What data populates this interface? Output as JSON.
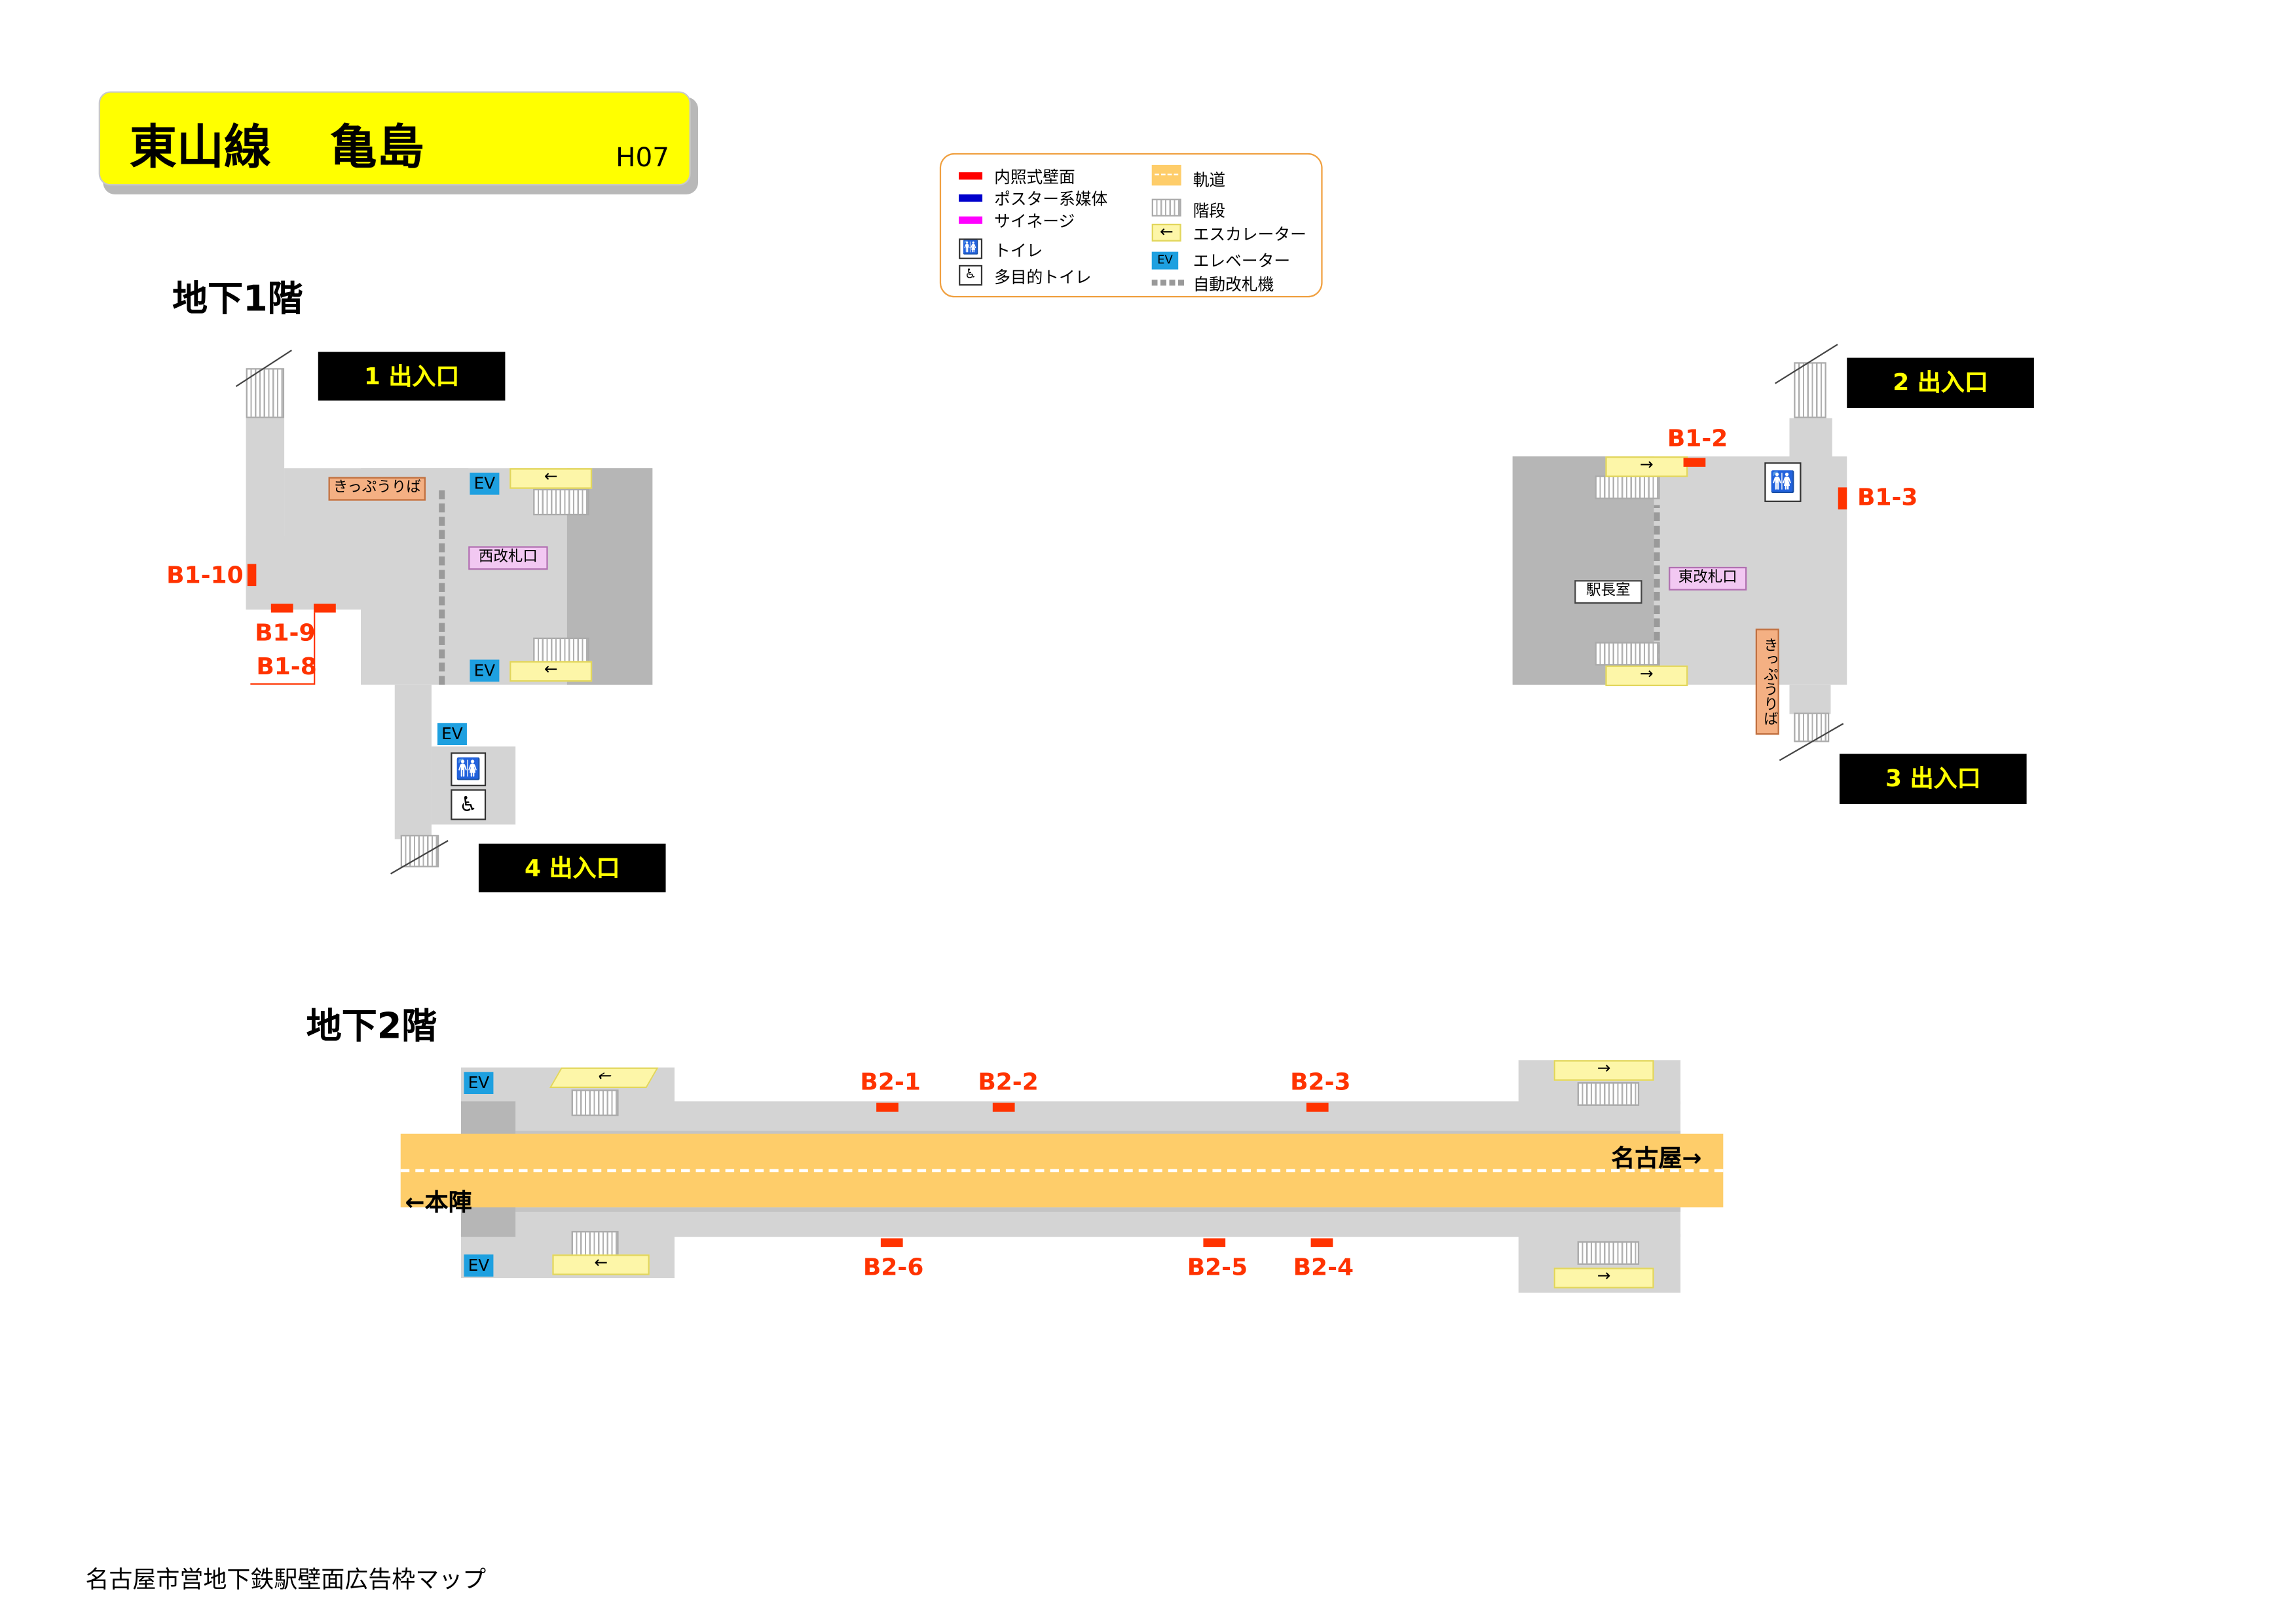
{
  "title": {
    "line": "東山線",
    "station": "亀島",
    "code": "H07"
  },
  "legend": {
    "left": [
      {
        "label": "内照式壁面",
        "color": "#ff0000"
      },
      {
        "label": "ポスター系媒体",
        "color": "#0000cc"
      },
      {
        "label": "サイネージ",
        "color": "#ff00ff"
      },
      {
        "label": "トイレ",
        "icon": "toilet-icon"
      },
      {
        "label": "多目的トイレ",
        "icon": "accessible-toilet-icon"
      }
    ],
    "right": [
      {
        "label": "軌道",
        "icon": "track-icon"
      },
      {
        "label": "階段",
        "icon": "stairs-icon"
      },
      {
        "label": "エスカレーター",
        "icon": "escalator-icon"
      },
      {
        "label": "エレベーター",
        "icon": "elevator-icon",
        "badge": "EV"
      },
      {
        "label": "自動改札機",
        "icon": "gate-icon"
      }
    ]
  },
  "floors": {
    "b1": "地下1階",
    "b2": "地下2階"
  },
  "exits": {
    "e1": "1 出入口",
    "e2": "2 出入口",
    "e3": "3 出入口",
    "e4": "4 出入口"
  },
  "facilities": {
    "ev": "EV",
    "ticket_west": "きっぷうりば",
    "ticket_east": "きっぷうりば",
    "gate_west": "西改札口",
    "gate_east": "東改札口",
    "station_master": "駅長室"
  },
  "ad_labels": {
    "b1_2": "B1-2",
    "b1_3": "B1-3",
    "b1_8": "B1-8",
    "b1_9": "B1-9",
    "b1_10": "B1-10",
    "b2_1": "B2-1",
    "b2_2": "B2-2",
    "b2_3": "B2-3",
    "b2_4": "B2-4",
    "b2_5": "B2-5",
    "b2_6": "B2-6"
  },
  "directions": {
    "nagoya": "名古屋→",
    "honjin": "←本陣"
  },
  "arrows": {
    "left": "←",
    "right": "→"
  },
  "footer": "名古屋市営地下鉄駅壁面広告枠マップ",
  "colors": {
    "track": "#fecd6a",
    "ad": "#ff3300",
    "title_bg": "#ffff00",
    "exit_bg": "#000000",
    "exit_text": "#ffff00",
    "ev": "#1ea0e0"
  }
}
